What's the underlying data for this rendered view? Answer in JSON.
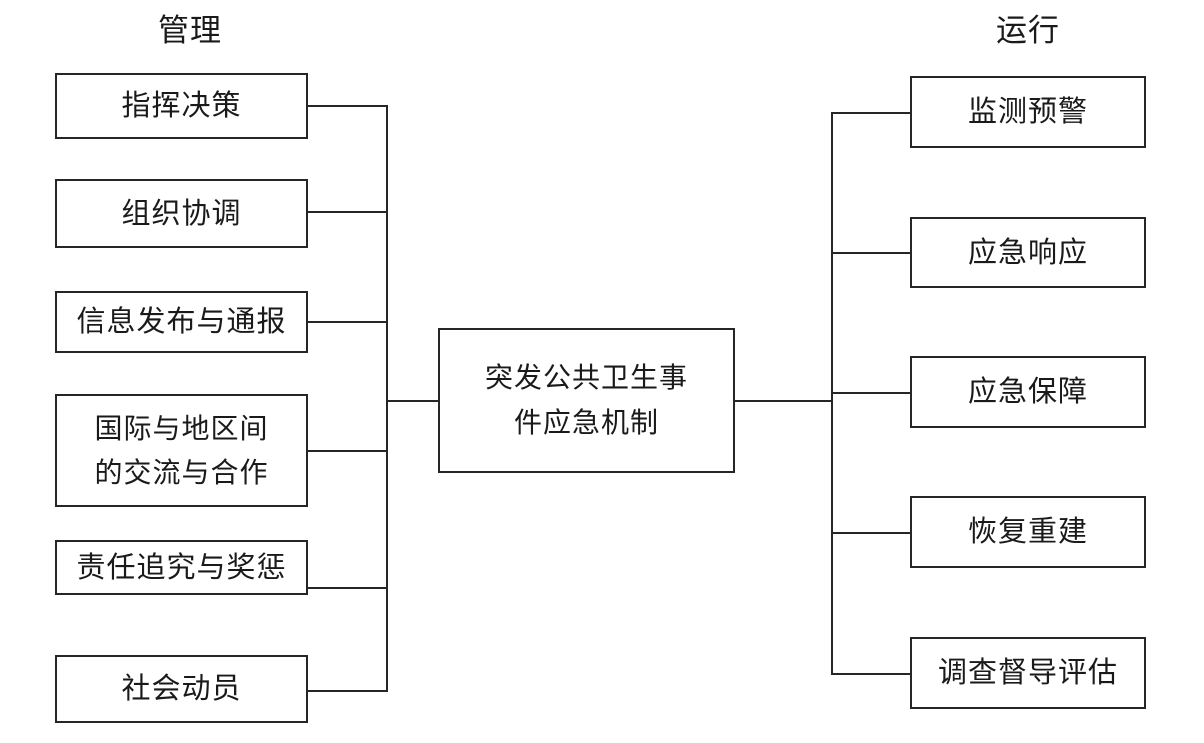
{
  "diagram": {
    "title": "突发公共卫生事件应急机制",
    "center_node": {
      "id": "center",
      "lines": [
        "突发公共卫生事",
        "件应急机制"
      ],
      "text": "突发公共卫生事件应急机制"
    },
    "left_branch": {
      "heading": "管理",
      "nodes": [
        {
          "id": "left-1",
          "text": "指挥决策",
          "lines": [
            "指挥决策"
          ]
        },
        {
          "id": "left-2",
          "text": "组织协调",
          "lines": [
            "组织协调"
          ]
        },
        {
          "id": "left-3",
          "text": "信息发布与通报",
          "lines": [
            "信息发布与通报"
          ]
        },
        {
          "id": "left-4",
          "text": "国际与地区间的交流与合作",
          "lines": [
            "国际与地区间",
            "的交流与合作"
          ]
        },
        {
          "id": "left-5",
          "text": "责任追究与奖惩",
          "lines": [
            "责任追究与奖惩"
          ]
        },
        {
          "id": "left-6",
          "text": "社会动员",
          "lines": [
            "社会动员"
          ]
        }
      ]
    },
    "right_branch": {
      "heading": "运行",
      "nodes": [
        {
          "id": "right-1",
          "text": "监测预警",
          "lines": [
            "监测预警"
          ]
        },
        {
          "id": "right-2",
          "text": "应急响应",
          "lines": [
            "应急响应"
          ]
        },
        {
          "id": "right-3",
          "text": "应急保障",
          "lines": [
            "应急保障"
          ]
        },
        {
          "id": "right-4",
          "text": "恢复重建",
          "lines": [
            "恢复重建"
          ]
        },
        {
          "id": "right-5",
          "text": "调查督导评估",
          "lines": [
            "调查督导评估"
          ]
        }
      ]
    },
    "colors": {
      "stroke": "#262626",
      "text": "#1a1a1a",
      "background": "#ffffff"
    }
  }
}
